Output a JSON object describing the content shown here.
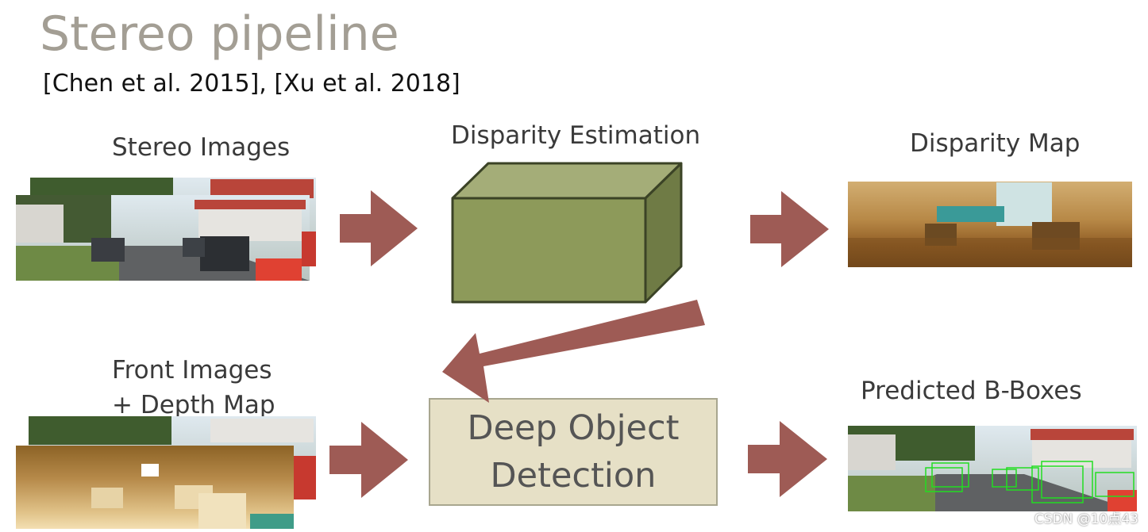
{
  "title": "Stereo pipeline",
  "subtitle": "[Chen et al. 2015], [Xu et al. 2018]",
  "labels": {
    "stereo_images": "Stereo Images",
    "disparity_estimation": "Disparity Estimation",
    "disparity_map": "Disparity Map",
    "front_images_line1": "Front Images",
    "front_images_line2": "+ Depth Map",
    "deep_object_line1": "Deep Object",
    "deep_object_line2": "Detection",
    "predicted_boxes": "Predicted B-Boxes"
  },
  "watermark": "CSDN @10点43",
  "colors": {
    "title": "#a39e94",
    "arrow": "#9e5b55",
    "box_front": "#8d9a5a",
    "box_top": "#a4ad78",
    "box_side": "#6f7b45",
    "detect_fill": "#e6e0c6",
    "bbox": "#22dd22"
  }
}
